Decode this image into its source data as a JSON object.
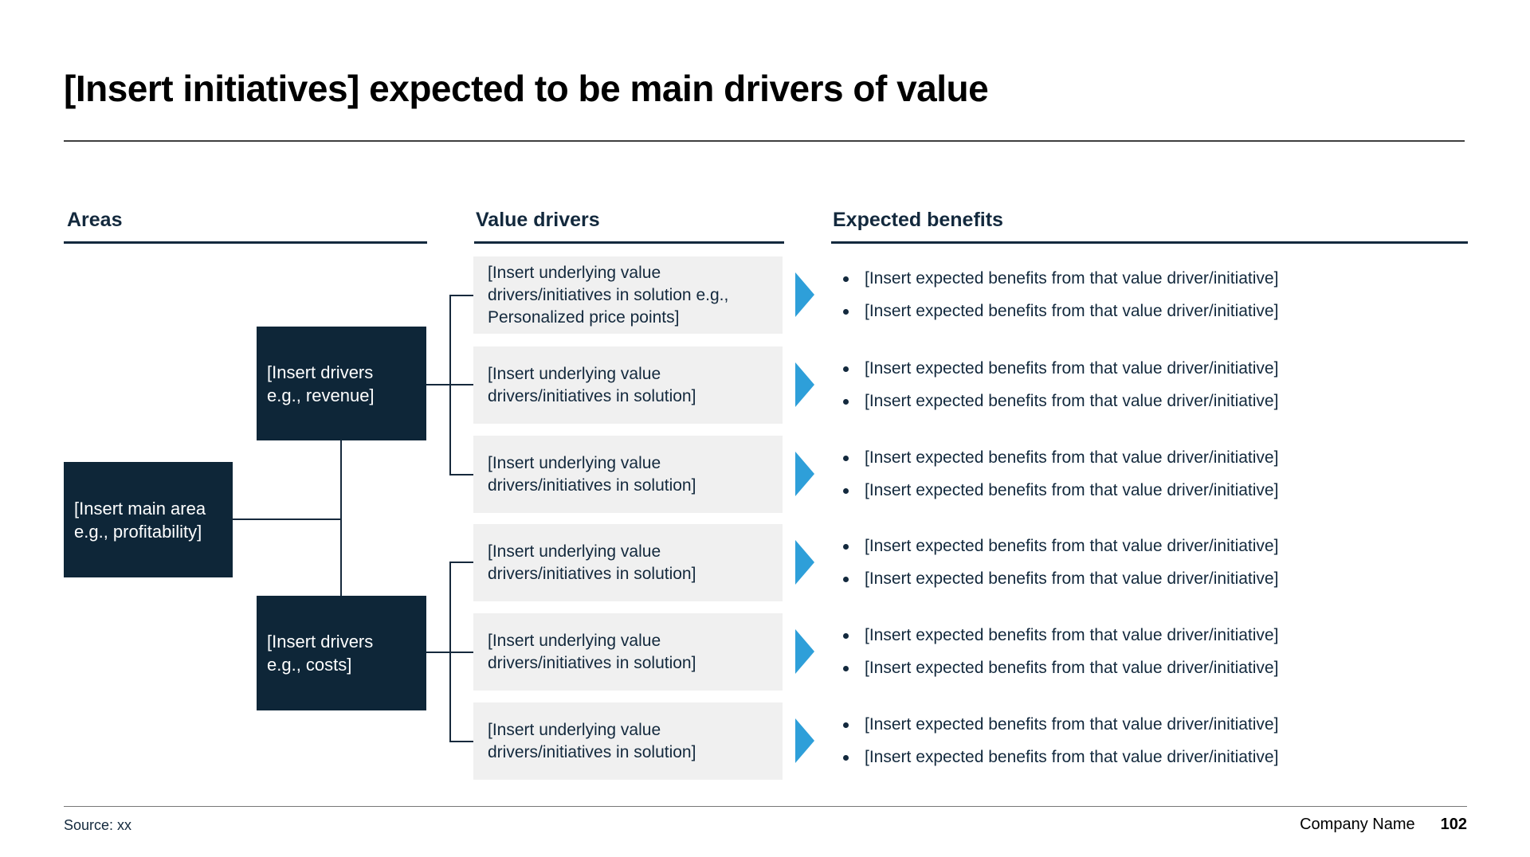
{
  "title": "[Insert initiatives] expected to be main drivers of value",
  "columns": {
    "areas": "Areas",
    "value_drivers": "Value drivers",
    "expected_benefits": "Expected benefits"
  },
  "area_boxes": {
    "main": "[Insert main area\ne.g., profitability]",
    "driver_revenue": "[Insert drivers\ne.g., revenue]",
    "driver_costs": "[Insert drivers\ne.g., costs]"
  },
  "value_driver_boxes": [
    "[Insert underlying value\ndrivers/initiatives in solution e.g.,\nPersonalized price points]",
    "[Insert underlying value\ndrivers/initiatives in solution]",
    "[Insert underlying value\ndrivers/initiatives in solution]",
    "[Insert underlying value\ndrivers/initiatives in solution]",
    "[Insert underlying value\ndrivers/initiatives in solution]",
    "[Insert underlying value\ndrivers/initiatives in solution]"
  ],
  "benefit_rows": [
    [
      "[Insert expected benefits from that value driver/initiative]",
      "[Insert expected benefits from that value driver/initiative]"
    ],
    [
      "[Insert expected benefits from that value driver/initiative]",
      "[Insert expected benefits from that value driver/initiative]"
    ],
    [
      "[Insert expected benefits from that value driver/initiative]",
      "[Insert expected benefits from that value driver/initiative]"
    ],
    [
      "[Insert expected benefits from that value driver/initiative]",
      "[Insert expected benefits from that value driver/initiative]"
    ],
    [
      "[Insert expected benefits from that value driver/initiative]",
      "[Insert expected benefits from that value driver/initiative]"
    ],
    [
      "[Insert expected benefits from that value driver/initiative]",
      "[Insert expected benefits from that value driver/initiative]"
    ]
  ],
  "footer": {
    "source": "Source: xx",
    "company_name": "Company Name",
    "page_number": "102"
  },
  "colors": {
    "navy_box": "#0E2638",
    "text_navy": "#13293D",
    "gray_box": "#F0F0F0",
    "arrow_blue": "#2E9FD9",
    "connector": "#16293C",
    "title_black": "#000000"
  }
}
